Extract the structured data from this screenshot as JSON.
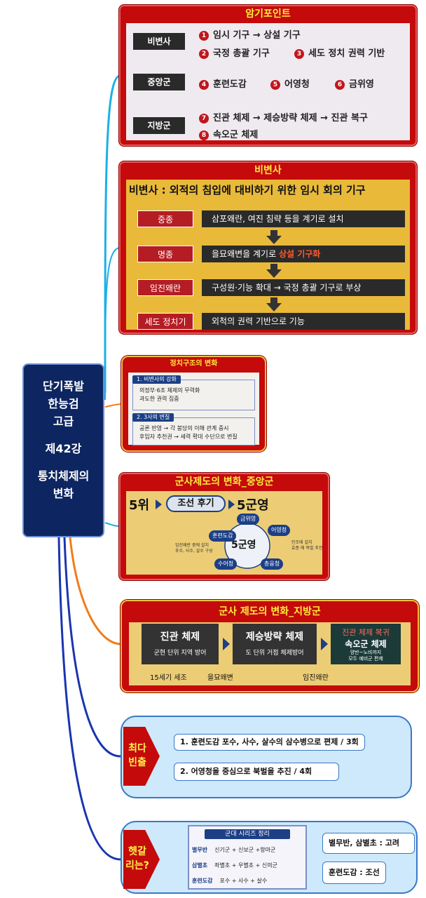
{
  "central": {
    "lines": [
      "단기폭발",
      "한능검",
      "고급",
      "제42강",
      "통치체제의",
      "변화"
    ]
  },
  "card1": {
    "title": "암기포인트",
    "labels": [
      "비변사",
      "중앙군",
      "지방군"
    ],
    "points": [
      {
        "n": "1",
        "text": "임시 기구 → 상설 기구"
      },
      {
        "n": "2",
        "text": "국정 총괄 기구"
      },
      {
        "n": "3",
        "text": "세도 정치 권력 기반"
      },
      {
        "n": "4",
        "text": "훈련도감"
      },
      {
        "n": "5",
        "text": "어영청"
      },
      {
        "n": "6",
        "text": "금위영"
      },
      {
        "n": "7",
        "text": "진관 체제 → 제승방략 체제 → 진관 복구"
      },
      {
        "n": "8",
        "text": "속오군 체제"
      }
    ]
  },
  "card2": {
    "title": "비변사",
    "definition": "비변사 : 외적의 침입에 대비하기 위한 임시 회의 기구",
    "rows": [
      {
        "label": "중종",
        "text": "삼포왜란, 여진 침략 등을 계기로  설치",
        "highlight": ""
      },
      {
        "label": "명종",
        "text": "을묘왜변을 계기로 ",
        "highlight": "상설 기구화"
      },
      {
        "label": "임진왜란",
        "text": "구성원·기능 확대 → 국정 총괄 기구로 부상",
        "highlight": ""
      },
      {
        "label": "세도 정치기",
        "text": "외척의 권력 기반으로 기능",
        "highlight": ""
      }
    ]
  },
  "card3": {
    "title": "정치구조의 변화",
    "sections": [
      {
        "heading": "1. 비변사의 강화",
        "lines": [
          "의정부·6조 체제의 무력화",
          "과도한 권력 집중"
        ]
      },
      {
        "heading": "2. 3사의 변질",
        "lines": [
          "공론 반영 → 각 붕당의 이해 관계 중시",
          "후임자 추천권 → 세력 확대 수단으로 변질"
        ]
      }
    ]
  },
  "card4": {
    "title": "군사제도의 변화_중앙군",
    "from": "5위",
    "middle": "조선 후기",
    "to": "5군영",
    "center": "5군영",
    "units": [
      "금위영",
      "어영청",
      "총융청",
      "수어청",
      "훈련도감"
    ],
    "note_left": [
      "임진왜란 중에 설치",
      "포수, 사수, 살수 구성"
    ],
    "note_right": [
      "인조때 설치",
      "효종 때 북벌 추진"
    ]
  },
  "card5": {
    "title": "군사 제도의 변화_지방군",
    "boxes": [
      {
        "title": "진관 체제",
        "sub": "군현 단위 지역 방어"
      },
      {
        "title": "제승방략 체제",
        "sub": "도 단위 거점 체제방어"
      },
      {
        "top": "진관 체제 복귀",
        "title": "속오군 체제",
        "lines": [
          "양반~노비까지",
          "모두 예비군 편제"
        ]
      }
    ],
    "footer": [
      "15세기 세조",
      "을묘왜변",
      "임진왜란"
    ]
  },
  "frequent": {
    "label": [
      "최다",
      "빈출"
    ],
    "items": [
      "1. 훈련도감 포수, 사수, 살수의 삼수병으로 편제 / 3회",
      "2. 어영청을 중심으로 북벌을 추진 / 4회"
    ]
  },
  "confusing": {
    "label": [
      "헷갈",
      "리는?"
    ],
    "table_title": "군대 시리즈 정리",
    "rows": [
      {
        "name": "별무반",
        "text": "신기군 + 신보군 +항마군"
      },
      {
        "name": "삼별초",
        "text": "좌별초 + 우별초 + 신의군"
      },
      {
        "name": "훈련도감",
        "text": "포수 + 사수 + 살수"
      }
    ],
    "answers": [
      "별무반, 삼별초 : 고려",
      "훈련도감 : 조선"
    ]
  },
  "colors": {
    "central": "#0d2560",
    "card_red": "#c40a0a",
    "title_yellow": "#ffeb3b",
    "branch_cyan": "#1ab0e8",
    "branch_orange": "#f07c1a",
    "branch_blue": "#1a35b0",
    "cloud": "#cde9fb"
  }
}
